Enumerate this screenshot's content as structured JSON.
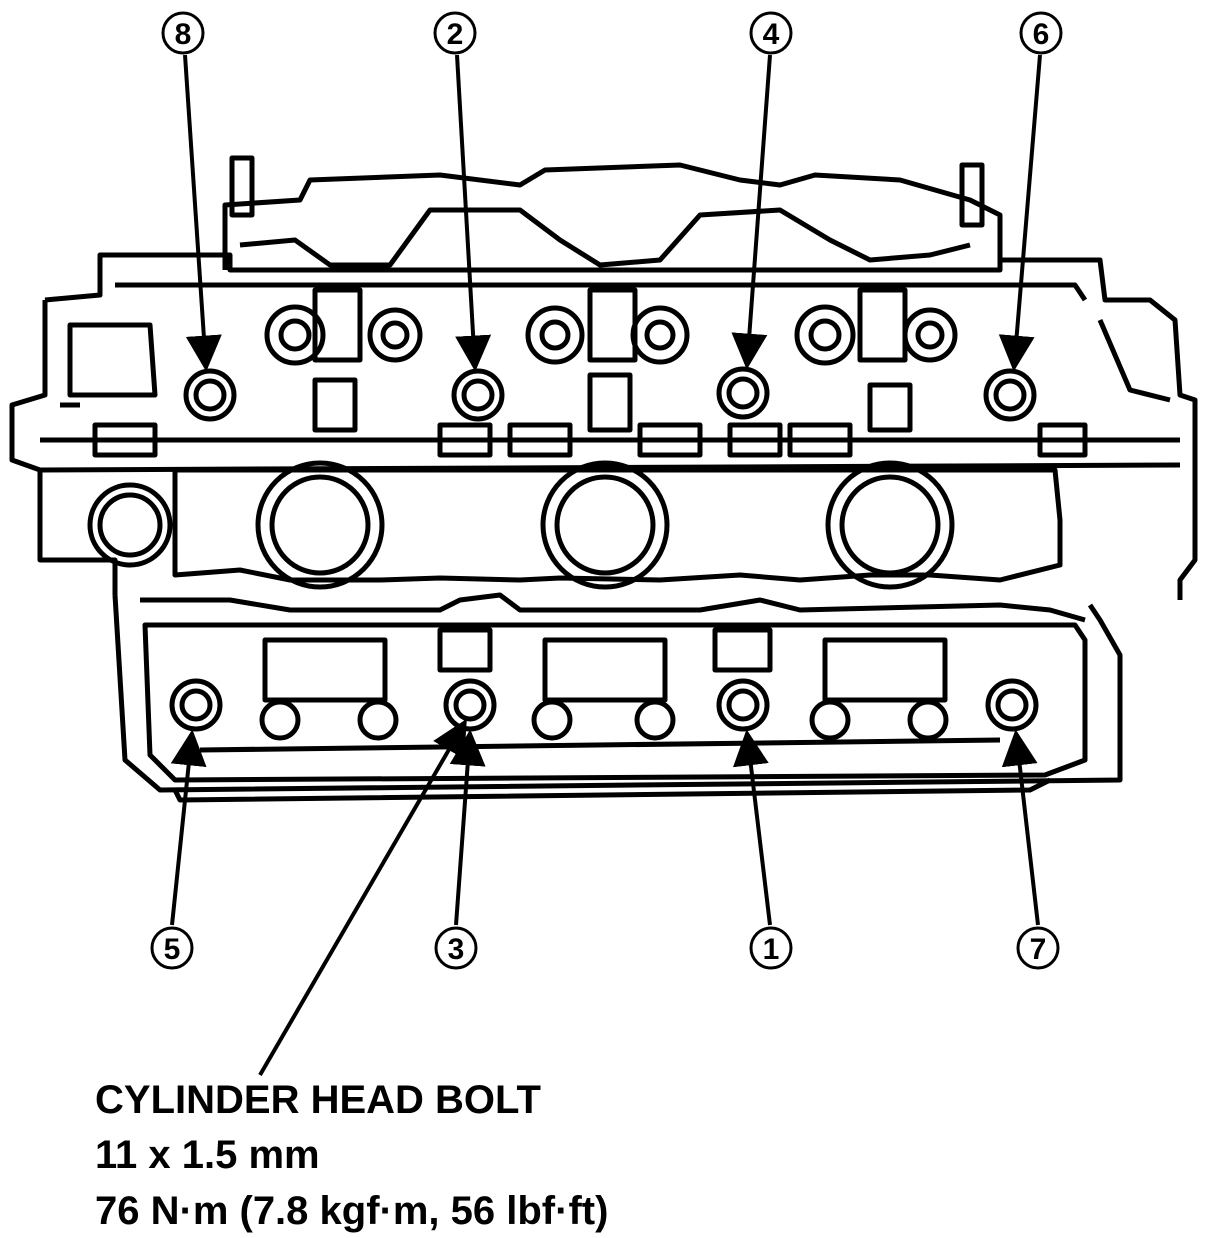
{
  "callouts": [
    {
      "number": "8"
    },
    {
      "number": "2"
    },
    {
      "number": "4"
    },
    {
      "number": "6"
    },
    {
      "number": "5"
    },
    {
      "number": "3"
    },
    {
      "number": "1"
    },
    {
      "number": "7"
    }
  ],
  "label": {
    "line1": "CYLINDER HEAD BOLT",
    "line2": "11 x 1.5 mm",
    "line3": "76 N·m (7.8 kgf·m, 56 lbf·ft)"
  },
  "colors": {
    "ink": "#000000",
    "paper": "#ffffff"
  }
}
